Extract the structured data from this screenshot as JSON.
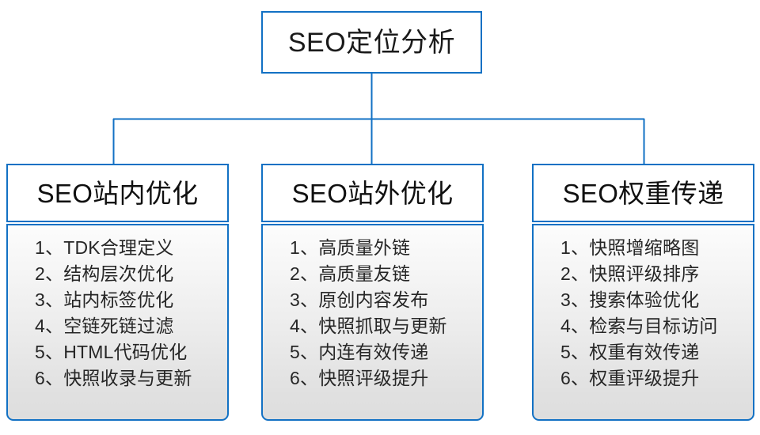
{
  "diagram": {
    "type": "organization-tree",
    "accent_color": "#1271c4",
    "text_color": "#1a1a1a",
    "body_gradient_top": "#fcfcfc",
    "body_gradient_bottom": "#dedede",
    "root": {
      "label": "SEO定位分析"
    },
    "branches": [
      {
        "title": "SEO站内优化",
        "items": [
          "1、TDK合理定义",
          "2、结构层次优化",
          "3、站内标签优化",
          "4、空链死链过滤",
          "5、HTML代码优化",
          "6、快照收录与更新"
        ]
      },
      {
        "title": "SEO站外优化",
        "items": [
          "1、高质量外链",
          "2、高质量友链",
          "3、原创内容发布",
          "4、快照抓取与更新",
          "5、内连有效传递",
          "6、快照评级提升"
        ]
      },
      {
        "title": "SEO权重传递",
        "items": [
          "1、快照增缩略图",
          "2、快照评级排序",
          "3、搜索体验优化",
          "4、检索与目标访问",
          "5、权重有效传递",
          "6、权重评级提升"
        ]
      }
    ]
  }
}
